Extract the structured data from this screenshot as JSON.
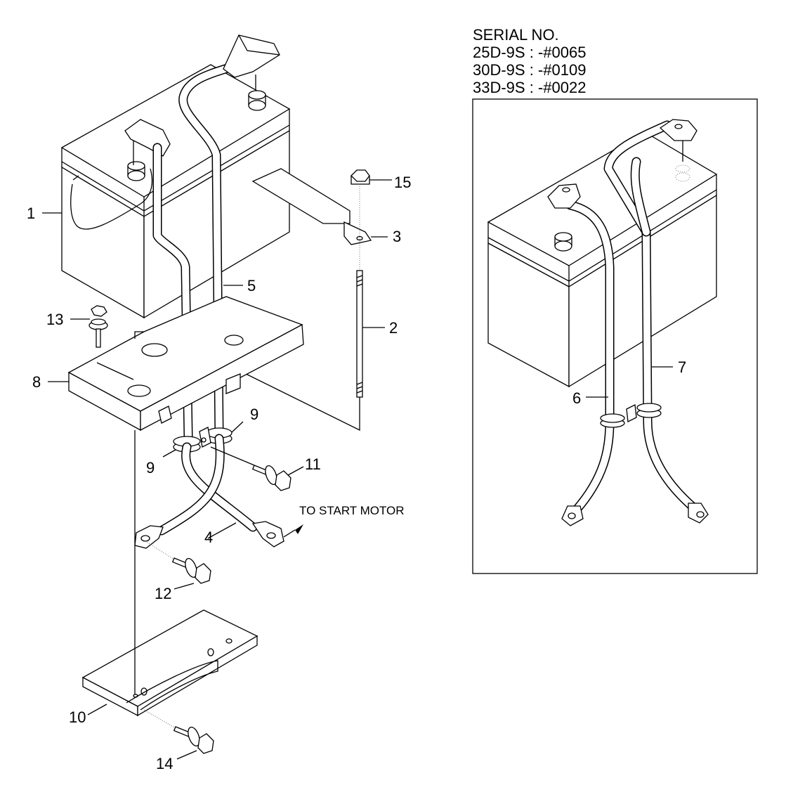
{
  "serial": {
    "heading": "SERIAL NO.",
    "lines": [
      "25D-9S : -#0065",
      "30D-9S : -#0109",
      "33D-9S : -#0022"
    ]
  },
  "note": {
    "to_start_motor": "TO START MOTOR"
  },
  "callouts": {
    "c1": "1",
    "c2": "2",
    "c3": "3",
    "c4": "4",
    "c5": "5",
    "c6": "6",
    "c7": "7",
    "c8": "8",
    "c9a": "9",
    "c9b": "9",
    "c10": "10",
    "c11": "11",
    "c12": "12",
    "c13": "13",
    "c14": "14",
    "c15": "15"
  }
}
